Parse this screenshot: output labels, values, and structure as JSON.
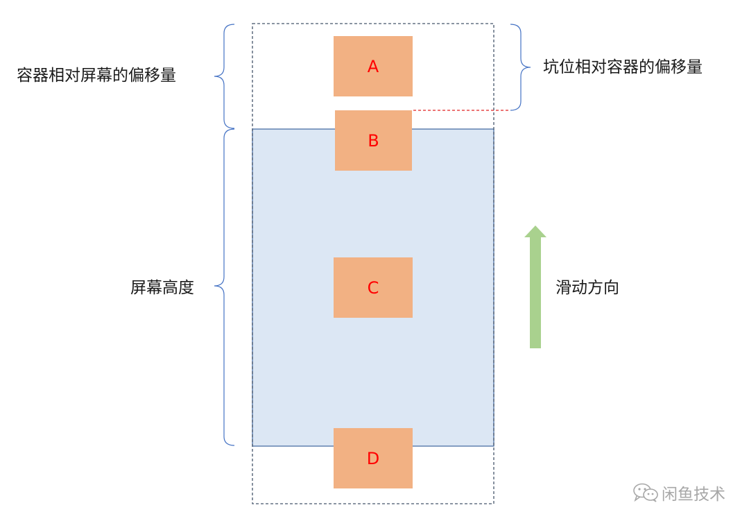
{
  "labels": {
    "container_offset": "容器相对屏幕的偏移量",
    "slot_offset": "坑位相对容器的偏移量",
    "screen_height": "屏幕高度",
    "scroll_direction": "滑动方向"
  },
  "boxes": [
    "A",
    "B",
    "C",
    "D"
  ],
  "watermark": "闲鱼技术",
  "colors": {
    "box_fill": "#f2b183",
    "box_text": "#ff0000",
    "screen_fill": "#dce7f4",
    "screen_border": "#4a6fa5",
    "container_border": "#44546a",
    "brace": "#4472c4",
    "offset_line": "#e02020",
    "arrow": "#a9d18e"
  }
}
